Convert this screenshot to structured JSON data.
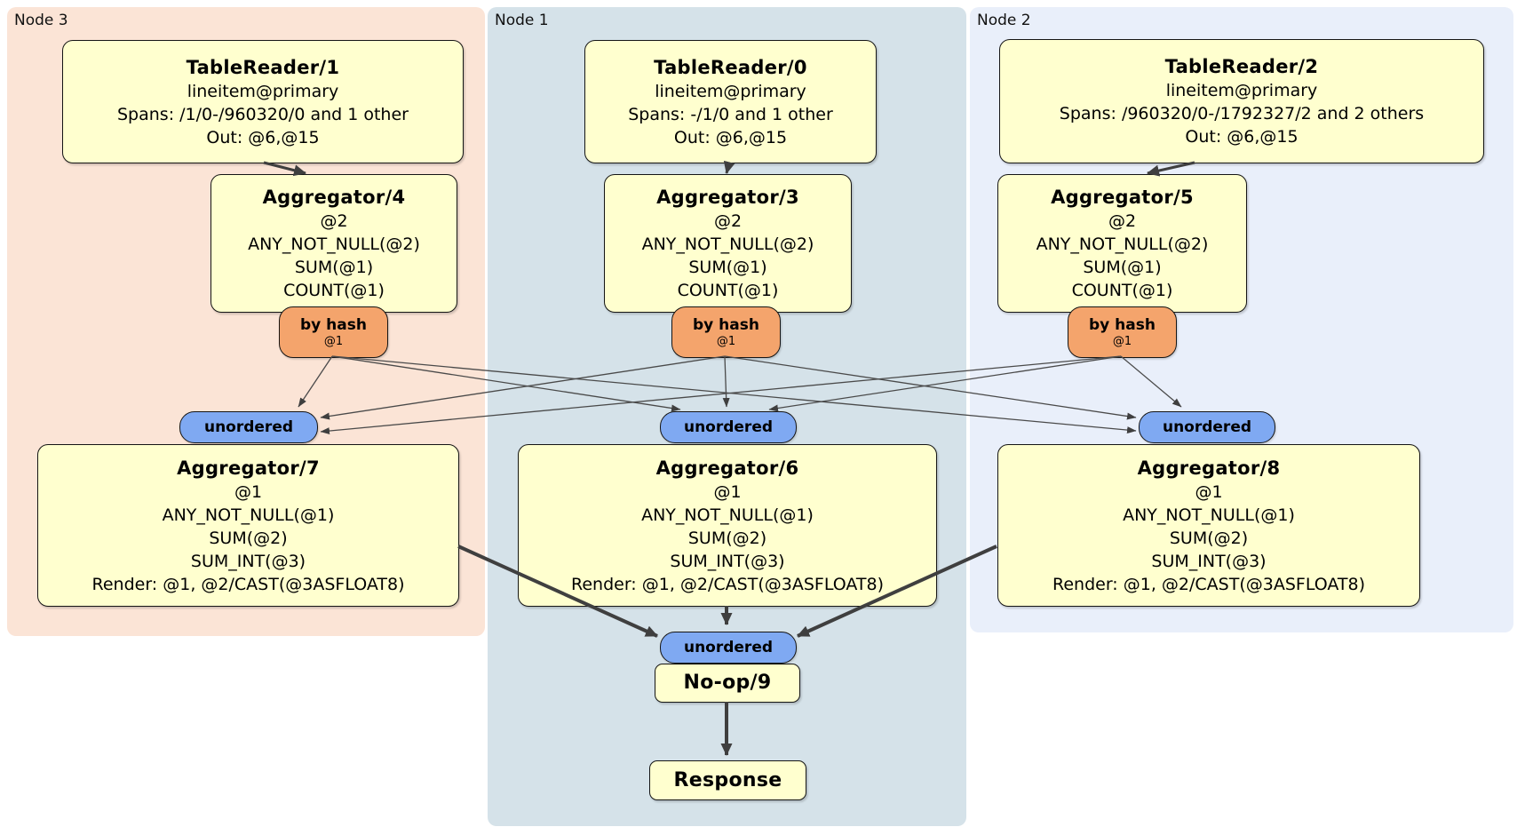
{
  "groups": {
    "node3": {
      "label": "Node 3"
    },
    "node1": {
      "label": "Node 1"
    },
    "node2": {
      "label": "Node 2"
    }
  },
  "processors": {
    "tablereader1": {
      "title": "TableReader/1",
      "lines": [
        "lineitem@primary",
        "Spans: /1/0-/960320/0 and 1 other",
        "Out: @6,@15"
      ]
    },
    "tablereader0": {
      "title": "TableReader/0",
      "lines": [
        "lineitem@primary",
        "Spans: -/1/0 and 1 other",
        "Out: @6,@15"
      ]
    },
    "tablereader2": {
      "title": "TableReader/2",
      "lines": [
        "lineitem@primary",
        "Spans: /960320/0-/1792327/2 and 2 others",
        "Out: @6,@15"
      ]
    },
    "aggregator4": {
      "title": "Aggregator/4",
      "lines": [
        "@2",
        "ANY_NOT_NULL(@2)",
        "SUM(@1)",
        "COUNT(@1)"
      ]
    },
    "aggregator3": {
      "title": "Aggregator/3",
      "lines": [
        "@2",
        "ANY_NOT_NULL(@2)",
        "SUM(@1)",
        "COUNT(@1)"
      ]
    },
    "aggregator5": {
      "title": "Aggregator/5",
      "lines": [
        "@2",
        "ANY_NOT_NULL(@2)",
        "SUM(@1)",
        "COUNT(@1)"
      ]
    },
    "aggregator7": {
      "title": "Aggregator/7",
      "lines": [
        "@1",
        "ANY_NOT_NULL(@1)",
        "SUM(@2)",
        "SUM_INT(@3)",
        "Render: @1, @2/CAST(@3ASFLOAT8)"
      ]
    },
    "aggregator6": {
      "title": "Aggregator/6",
      "lines": [
        "@1",
        "ANY_NOT_NULL(@1)",
        "SUM(@2)",
        "SUM_INT(@3)",
        "Render: @1, @2/CAST(@3ASFLOAT8)"
      ]
    },
    "aggregator8": {
      "title": "Aggregator/8",
      "lines": [
        "@1",
        "ANY_NOT_NULL(@1)",
        "SUM(@2)",
        "SUM_INT(@3)",
        "Render: @1, @2/CAST(@3ASFLOAT8)"
      ]
    },
    "noop": {
      "title": "No-op/9"
    },
    "response": {
      "title": "Response"
    }
  },
  "routers": {
    "left": {
      "label": "by hash",
      "key": "@1"
    },
    "center": {
      "label": "by hash",
      "key": "@1"
    },
    "right": {
      "label": "by hash",
      "key": "@1"
    }
  },
  "synchronizers": {
    "left": {
      "label": "unordered"
    },
    "center": {
      "label": "unordered"
    },
    "right": {
      "label": "unordered"
    },
    "final": {
      "label": "unordered"
    }
  },
  "colors": {
    "node3_bg": "#FBE4D6",
    "node1_bg": "#D5E2E9",
    "node2_bg": "#E9EFFA",
    "processor_bg": "#FFFFCF",
    "router_bg": "#F4A46C",
    "synchronizer_bg": "#7FA9F2",
    "edge": "#3F3F3F"
  }
}
